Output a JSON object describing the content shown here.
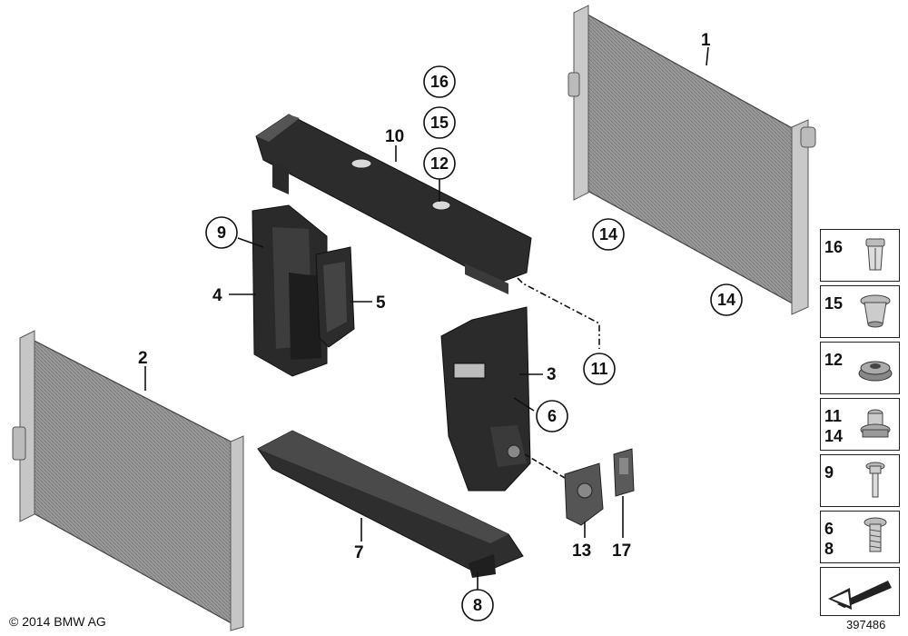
{
  "footer": {
    "copyright": "© 2014 BMW AG",
    "diagram_id": "397486"
  },
  "labels": {
    "p1": "1",
    "p2": "2",
    "p3": "3",
    "p4": "4",
    "p5": "5",
    "p6": "6",
    "p7": "7",
    "p8": "8",
    "p9": "9",
    "p10": "10",
    "p11": "11",
    "p12": "12",
    "p13": "13",
    "p14a": "14",
    "p14b": "14",
    "p15": "15",
    "p16": "16",
    "p17": "17"
  },
  "legend": [
    {
      "label": "16",
      "icon": "expansion-rivet-icon"
    },
    {
      "label": "15",
      "icon": "spreader-nut-icon"
    },
    {
      "label": "12",
      "icon": "rubber-grommet-icon"
    },
    {
      "label": "11\n14",
      "icon": "bushing-icon"
    },
    {
      "label": "9",
      "icon": "bolt-icon"
    },
    {
      "label": "6\n8",
      "icon": "screw-icon"
    }
  ],
  "colors": {
    "part_dark": "#2a2a2a",
    "part_mid": "#555555",
    "radiator_body": "#8f8f8f",
    "radiator_frame": "#bdbdbd",
    "line": "#111111"
  }
}
